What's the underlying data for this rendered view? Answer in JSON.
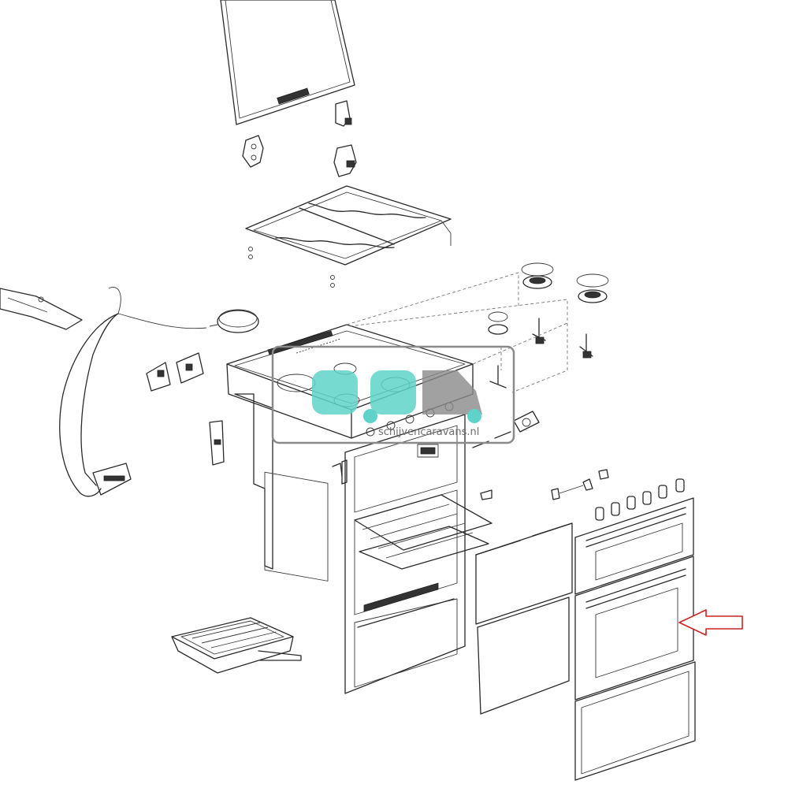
{
  "watermark": {
    "text": "schijvencaravans.nl",
    "accent_color": "#5fd3c9",
    "frame_color": "#8a8a8a"
  },
  "pointer_arrow": {
    "color": "#cc2222",
    "direction": "left",
    "target": "oven-door-lower"
  },
  "icons": [
    "oven-glass-lid",
    "hinge",
    "pan-support",
    "burner",
    "burner-cap",
    "gas-tap",
    "thermocouple",
    "ignition-electrode",
    "hotplate",
    "oven-door",
    "control-knob",
    "grill-pan",
    "oven-shelf",
    "wiring-harness",
    "heating-element"
  ]
}
